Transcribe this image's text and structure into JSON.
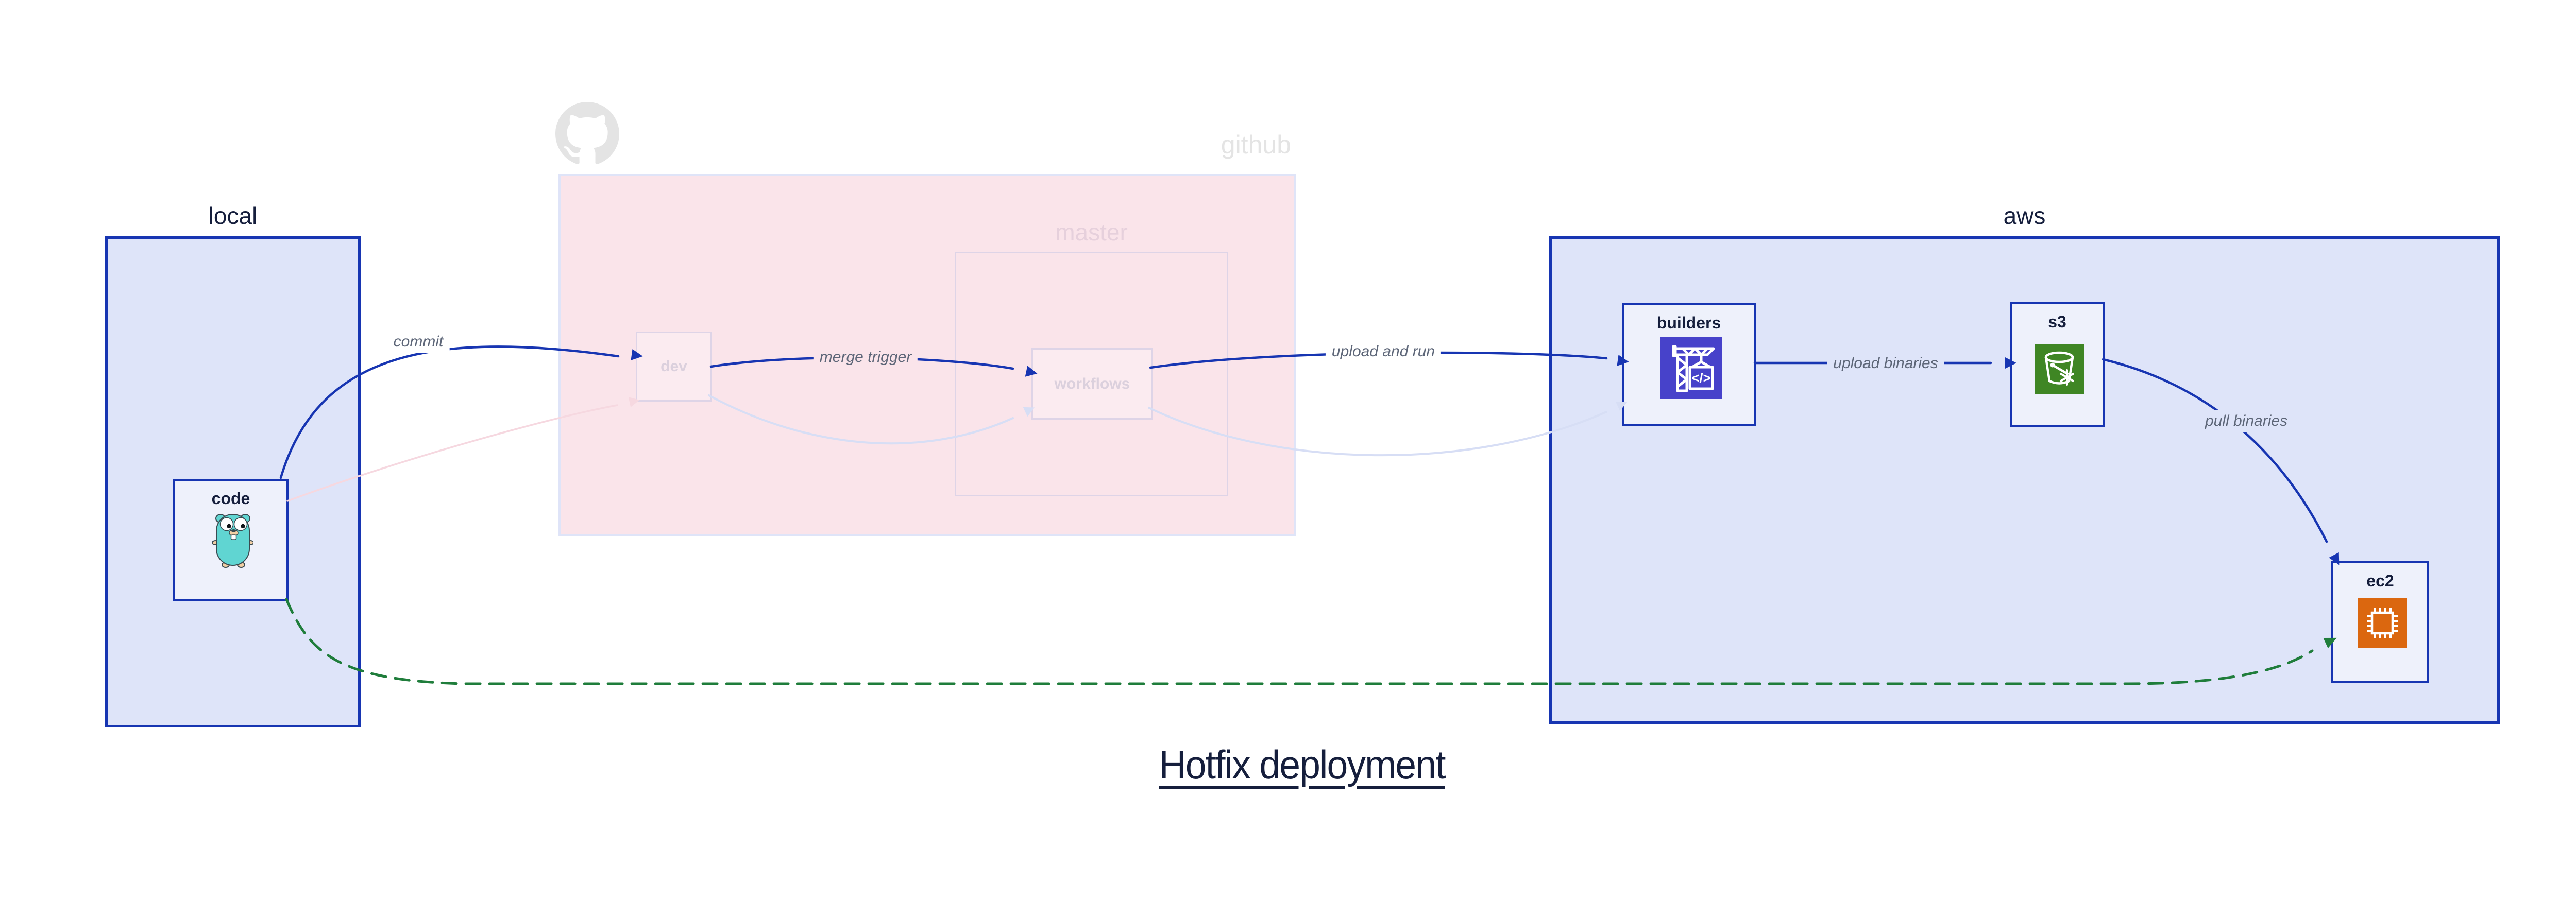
{
  "title": "Hotfix deployment",
  "groups": {
    "local": {
      "label": "local"
    },
    "github": {
      "label": "github",
      "master": {
        "label": "master"
      }
    },
    "aws": {
      "label": "aws"
    }
  },
  "nodes": {
    "code": {
      "label": "code",
      "icon": "go-gopher-icon"
    },
    "dev": {
      "label": "dev"
    },
    "workflows": {
      "label": "workflows"
    },
    "builders": {
      "label": "builders",
      "icon": "codebuild-crane-icon"
    },
    "s3": {
      "label": "s3",
      "icon": "s3-bucket-snowflake-icon"
    },
    "ec2": {
      "label": "ec2",
      "icon": "ec2-chip-icon"
    }
  },
  "edges": {
    "commit": {
      "label": "commit",
      "style": "solid-blue",
      "from": "code",
      "to": "dev"
    },
    "merge_trigger": {
      "label": "merge trigger",
      "style": "solid-blue",
      "from": "dev",
      "to": "workflows"
    },
    "upload_and_run": {
      "label": "upload and run",
      "style": "solid-blue",
      "from": "workflows",
      "to": "builders"
    },
    "upload_binaries": {
      "label": "upload binaries",
      "style": "solid-blue",
      "from": "builders",
      "to": "s3"
    },
    "pull_binaries": {
      "label": "pull binaries",
      "style": "solid-blue",
      "from": "s3",
      "to": "ec2"
    },
    "hotfix_direct": {
      "label": "",
      "style": "dashed-green",
      "from": "code",
      "to": "ec2"
    },
    "code_to_dev_faded": {
      "label": "",
      "style": "faded-pink",
      "from": "code",
      "to": "dev"
    },
    "dev_to_workflows_faded": {
      "label": "",
      "style": "faded-lavender",
      "from": "dev",
      "to": "workflows"
    },
    "workflows_to_builders_faded": {
      "label": "",
      "style": "faded-lavender",
      "from": "workflows",
      "to": "builders"
    }
  },
  "icons": {
    "github_logo": "octocat-icon",
    "codebuild_glyph": "</>"
  },
  "colors": {
    "blue": "#1735b2",
    "navy_text": "#151e3c",
    "lav_fill": "#dee4f9",
    "node_fill": "#eef1fb",
    "pink_fill": "#fae4ea",
    "pink_box_border": "#dfe4f8",
    "faded_box_border": "#ded4e7",
    "faded_box_fill": "#fbebf0",
    "faded_text": "#dbd0dd",
    "master_text": "#e6d0dc",
    "github_gray": "#e4e4e4",
    "edge_label": "#5d6678",
    "green": "#1f7d3b",
    "pink_arrow": "#f6d8e0",
    "lav_arrow": "#d7def5",
    "codebuild_indigo": "#4742ca",
    "s3_green": "#3f8624",
    "ec2_orange": "#db670f",
    "gopher_teal": "#60d5d2",
    "gopher_tan": "#f2cfa4",
    "gopher_outline": "#3a4a50"
  }
}
